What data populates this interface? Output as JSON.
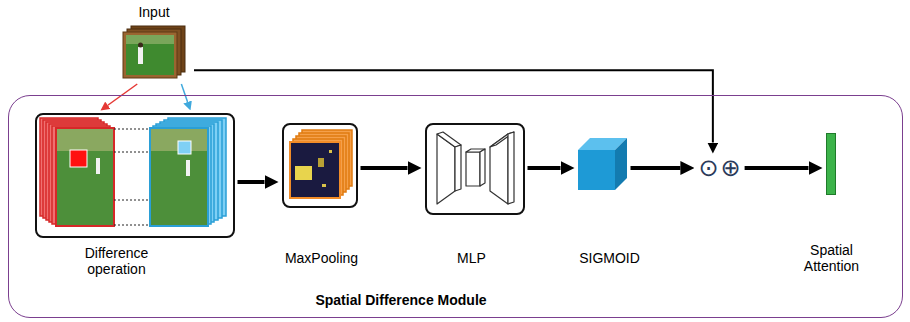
{
  "diagram": {
    "nodes": [
      {
        "text": [
          "Input"
        ]
      },
      {
        "text": [
          "Spatial Difference Module"
        ]
      },
      {
        "text": [
          "Difference operation"
        ],
        "in": 1
      },
      {
        "text": [
          "MaxPooling"
        ],
        "in": 1
      },
      {
        "text": [
          "MLP"
        ],
        "in": 1
      },
      {
        "text": [
          "SIGMOID"
        ],
        "in": 1
      },
      {
        "text": [
          "⊙",
          "⊕"
        ],
        "in": 1
      },
      {
        "text": [
          "Spatial Attention"
        ],
        "in": 1
      }
    ],
    "edges": [
      {
        "from": 0,
        "to": 2,
        "arrow": "to"
      },
      {
        "from": 0,
        "to": 2,
        "arrow": "to"
      },
      {
        "from": 2,
        "to": 3,
        "arrow": "to"
      },
      {
        "from": 3,
        "to": 4,
        "arrow": "to"
      },
      {
        "from": 4,
        "to": 5,
        "arrow": "to"
      },
      {
        "from": 5,
        "to": 6,
        "arrow": "to"
      },
      {
        "from": 0,
        "to": 6,
        "arrow": "to"
      },
      {
        "from": 6,
        "to": 7,
        "arrow": "to"
      }
    ]
  }
}
